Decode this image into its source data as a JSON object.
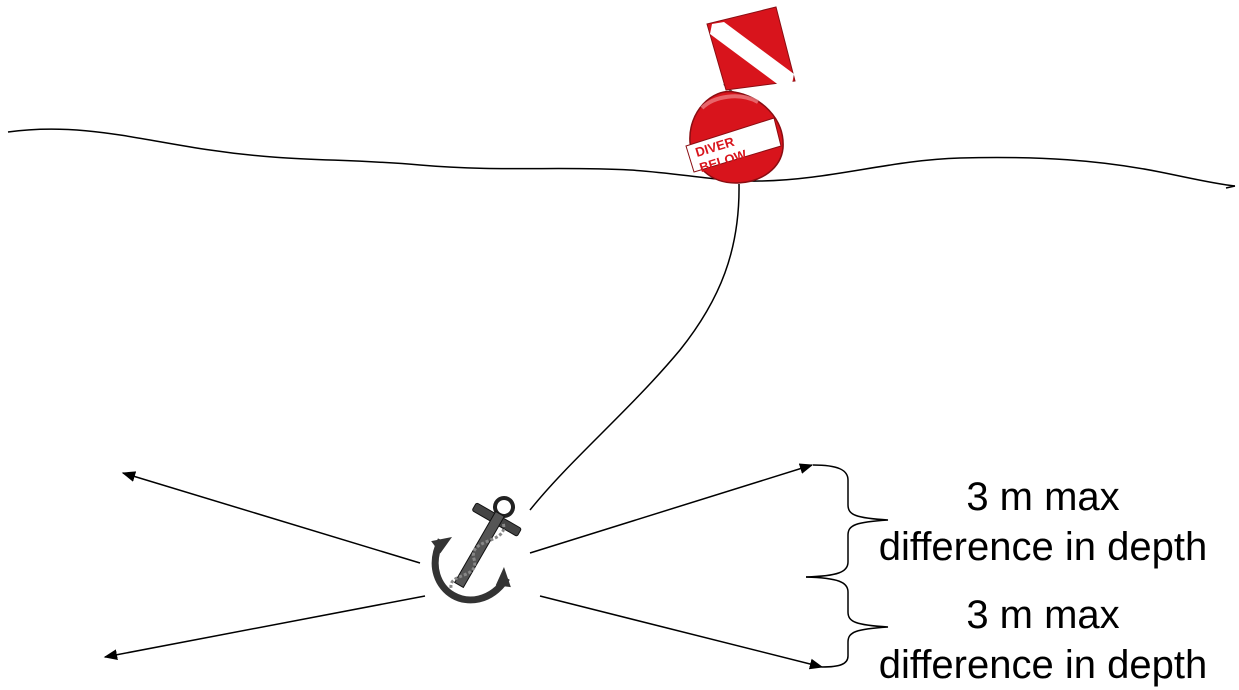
{
  "buoy": {
    "text_line1": "DIVER",
    "text_line2": "BELOW",
    "color": "#d8141c",
    "flag_color": "#d8141c",
    "flag_stripe_color": "#ffffff"
  },
  "labels": {
    "upper": {
      "line1": "3 m max",
      "line2": "difference in depth"
    },
    "lower": {
      "line1": "3 m max",
      "line2": "difference in depth"
    }
  },
  "icons": {
    "anchor": "anchor-icon",
    "buoy": "diver-below-buoy-icon",
    "flag": "diver-down-flag-icon"
  },
  "line_color": "#000000"
}
